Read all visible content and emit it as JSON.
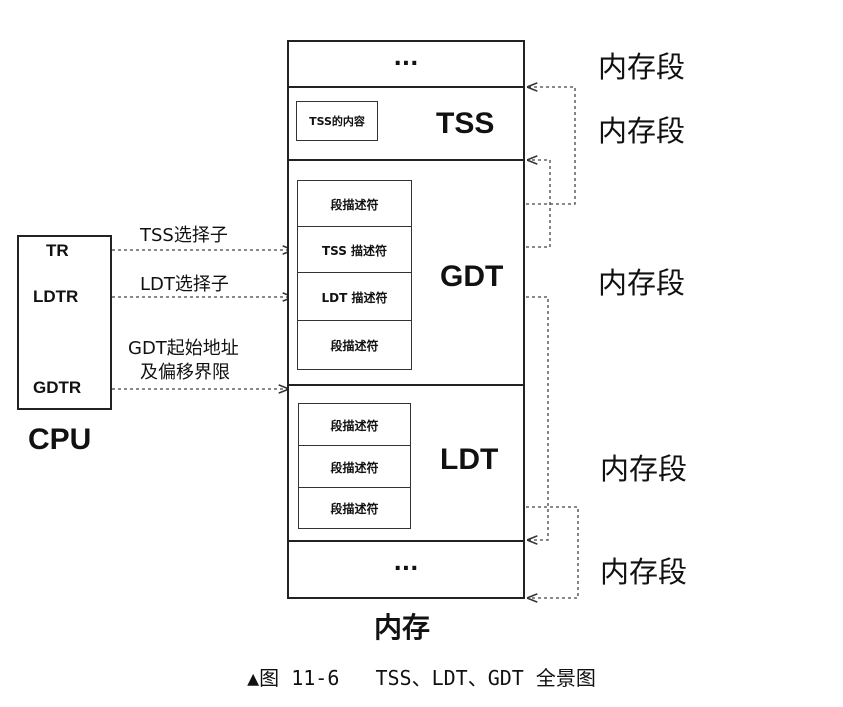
{
  "memory": {
    "top_ellipsis": "...",
    "tss_title": "TSS",
    "tss_inner": "TSS的内容",
    "gdt_title": "GDT",
    "gdt_descriptors": [
      "段描述符",
      "TSS 描述符",
      "LDT 描述符",
      "段描述符"
    ],
    "ldt_title": "LDT",
    "ldt_descriptors": [
      "段描述符",
      "段描述符",
      "段描述符"
    ],
    "bottom_ellipsis": "...",
    "label": "内存"
  },
  "segments": [
    "内存段",
    "内存段",
    "内存段",
    "内存段",
    "内存段"
  ],
  "cpu": {
    "registers": [
      "TR",
      "LDTR",
      "GDTR"
    ],
    "label": "CPU"
  },
  "arrow_labels": {
    "tss_selector": "TSS选择子",
    "ldt_selector": "LDT选择子",
    "gdt_base_line1": "GDT起始地址",
    "gdt_base_line2": "及偏移界限"
  },
  "caption": "▲图 11-6   TSS、LDT、GDT 全景图"
}
